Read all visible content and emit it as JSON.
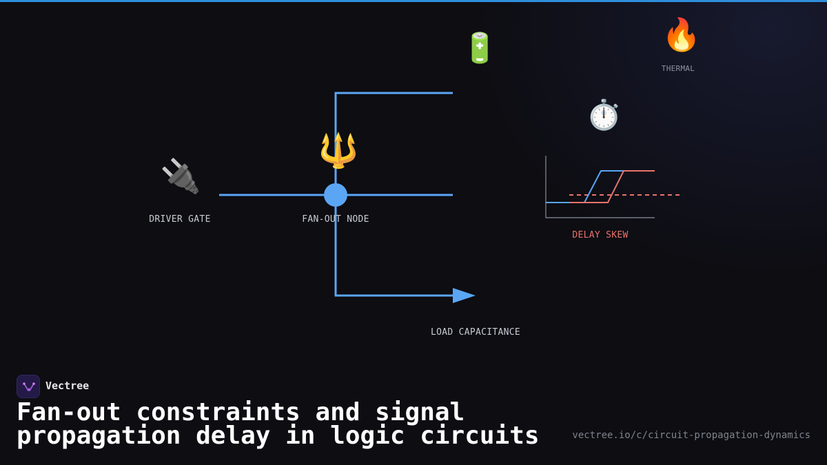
{
  "colors": {
    "accent": "#2f8fdc",
    "wire": "#5aa6f5",
    "skew_series": "#e8746b",
    "background": "#0d0d12",
    "label_text": "#c9ccd4",
    "skew_label": "#e8746b",
    "axis": "#8a8f99"
  },
  "icons": {
    "driver": "🔌",
    "fanout": "🔱",
    "battery": "🔋",
    "thermal": "🔥",
    "stopwatch": "⏱️"
  },
  "labels": {
    "driver_gate": "DRIVER GATE",
    "fanout_node": "FAN-OUT NODE",
    "load_capacitance": "LOAD CAPACITANCE",
    "delay_skew": "DELAY SKEW",
    "thermal": "THERMAL"
  },
  "brand": {
    "name": "Vectree"
  },
  "title": "Fan-out constraints and signal propagation delay in logic circuits",
  "url": "vectree.io/c/circuit-propagation-dynamics"
}
